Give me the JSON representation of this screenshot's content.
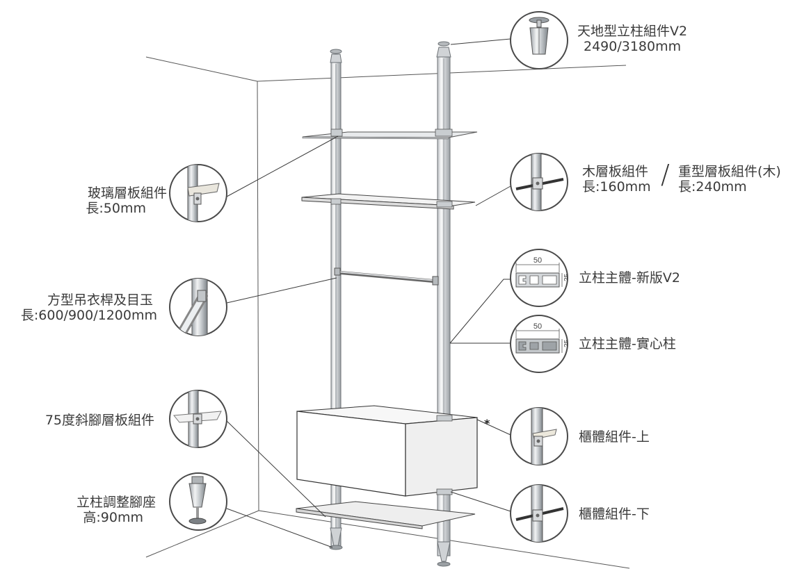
{
  "parts": {
    "top_pole": {
      "name": "天地型立柱組件V2",
      "spec": "2490/3180mm",
      "icon": "ceiling-floor-pole-kit-icon"
    },
    "glass_bracket": {
      "name": "玻璃層板組件",
      "spec": "長:50mm",
      "icon": "glass-shelf-bracket-icon"
    },
    "wood_bracket": {
      "name": "木層板組件",
      "spec": "長:160mm",
      "icon": "wood-shelf-bracket-icon"
    },
    "heavy_bracket": {
      "name": "重型層板組件(木)",
      "spec": "長:240mm"
    },
    "hanging_rail": {
      "name": "方型吊衣桿及目玉",
      "spec": "長:600/900/1200mm",
      "icon": "hanging-rail-icon"
    },
    "pole_v2": {
      "name": "立柱主體-新版V2",
      "icon": "pole-profile-v2-icon",
      "dim_w": "50",
      "dim_h": "25"
    },
    "pole_solid": {
      "name": "立柱主體-實心柱",
      "icon": "pole-profile-solid-icon",
      "dim_w": "50",
      "dim_h": "25"
    },
    "slant_bracket": {
      "name": "75度斜腳層板組件",
      "icon": "slanted-shelf-bracket-icon"
    },
    "cabinet_top": {
      "name": "櫃體組件-上",
      "icon": "cabinet-bracket-top-icon"
    },
    "cabinet_bottom": {
      "name": "櫃體組件-下",
      "icon": "cabinet-bracket-bottom-icon"
    },
    "foot": {
      "name": "立柱調整腳座",
      "spec": "高:90mm",
      "icon": "adjustable-foot-icon"
    }
  },
  "marks": {
    "asterisk": "*",
    "separator": "/"
  },
  "colors": {
    "line": "#3a3a3a",
    "circle": "#4a4a4a",
    "metal_light": "#e6e8ea",
    "metal_dark": "#8c9196",
    "panel": "#f4f4f4"
  }
}
